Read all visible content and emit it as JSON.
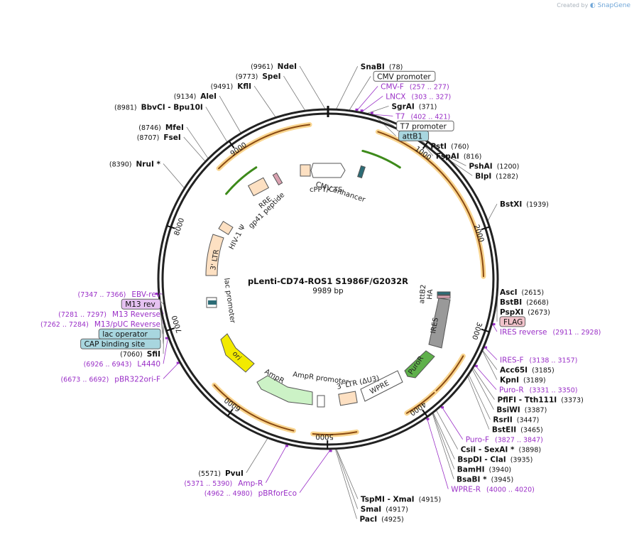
{
  "credit": {
    "created_by": "Created by",
    "brand": "SnapGene"
  },
  "plasmid": {
    "name": "pLenti-CD74-ROS1 S1986F/G2032R",
    "length": 9989,
    "length_label": "9989 bp"
  },
  "ticks": [
    {
      "bp": 1000,
      "label": "1000"
    },
    {
      "bp": 2000,
      "label": "2000"
    },
    {
      "bp": 3000,
      "label": "3000"
    },
    {
      "bp": 4000,
      "label": "4000"
    },
    {
      "bp": 5000,
      "label": "5000"
    },
    {
      "bp": 6000,
      "label": "6000"
    },
    {
      "bp": 7000,
      "label": "7000"
    },
    {
      "bp": 8000,
      "label": "8000"
    },
    {
      "bp": 9000,
      "label": "9000"
    }
  ],
  "enzymes": [
    {
      "name": "NdeI",
      "pos": "(9961)",
      "bp": 9961,
      "side": "L"
    },
    {
      "name": "SnaBI",
      "pos": "(78)",
      "bp": 78,
      "side": "R"
    },
    {
      "name": "SpeI",
      "pos": "(9773)",
      "bp": 9773,
      "side": "L"
    },
    {
      "name": "KflI",
      "pos": "(9491)",
      "bp": 9491,
      "side": "L"
    },
    {
      "name": "SgrAI",
      "pos": "(371)",
      "bp": 371,
      "side": "R"
    },
    {
      "name": "AleI",
      "pos": "(9134)",
      "bp": 9134,
      "side": "L"
    },
    {
      "name": "BbvCI  - Bpu10I",
      "pos": "(8981)",
      "bp": 8981,
      "side": "L"
    },
    {
      "name": "MfeI",
      "pos": "(8746)",
      "bp": 8746,
      "side": "L"
    },
    {
      "name": "FseI",
      "pos": "(8707)",
      "bp": 8707,
      "side": "L"
    },
    {
      "name": "PstI",
      "pos": "(760)",
      "bp": 760,
      "side": "R"
    },
    {
      "name": "FspAI",
      "pos": "(816)",
      "bp": 816,
      "side": "R"
    },
    {
      "name": "PshAI",
      "pos": "(1200)",
      "bp": 1200,
      "side": "R"
    },
    {
      "name": "BlpI",
      "pos": "(1282)",
      "bp": 1282,
      "side": "R"
    },
    {
      "name": "NruI *",
      "pos": "(8390)",
      "bp": 8390,
      "side": "L"
    },
    {
      "name": "BstXI",
      "pos": "(1939)",
      "bp": 1939,
      "side": "R"
    },
    {
      "name": "AscI",
      "pos": "(2615)",
      "bp": 2615,
      "side": "R"
    },
    {
      "name": "BstBI",
      "pos": "(2668)",
      "bp": 2668,
      "side": "R"
    },
    {
      "name": "PspXI",
      "pos": "(2673)",
      "bp": 2673,
      "side": "R"
    },
    {
      "name": "Acc65I",
      "pos": "(3185)",
      "bp": 3185,
      "side": "R"
    },
    {
      "name": "KpnI",
      "pos": "(3189)",
      "bp": 3189,
      "side": "R"
    },
    {
      "name": "SfiI",
      "pos": "(7060)",
      "bp": 7060,
      "side": "L"
    },
    {
      "name": "PflFI  - Tth111I",
      "pos": "(3373)",
      "bp": 3373,
      "side": "R"
    },
    {
      "name": "BsiWI",
      "pos": "(3387)",
      "bp": 3387,
      "side": "R"
    },
    {
      "name": "RsrII",
      "pos": "(3447)",
      "bp": 3447,
      "side": "R"
    },
    {
      "name": "BstEII",
      "pos": "(3465)",
      "bp": 3465,
      "side": "R"
    },
    {
      "name": "CsiI  - SexAI *",
      "pos": "(3898)",
      "bp": 3898,
      "side": "R"
    },
    {
      "name": "BspDI  - ClaI",
      "pos": "(3935)",
      "bp": 3935,
      "side": "R"
    },
    {
      "name": "BamHI",
      "pos": "(3940)",
      "bp": 3940,
      "side": "R"
    },
    {
      "name": "BsaBI *",
      "pos": "(3945)",
      "bp": 3945,
      "side": "R"
    },
    {
      "name": "PvuI",
      "pos": "(5571)",
      "bp": 5571,
      "side": "L"
    },
    {
      "name": "TspMI  - XmaI",
      "pos": "(4915)",
      "bp": 4915,
      "side": "R"
    },
    {
      "name": "SmaI",
      "pos": "(4917)",
      "bp": 4917,
      "side": "R"
    },
    {
      "name": "PacI",
      "pos": "(4925)",
      "bp": 4925,
      "side": "R"
    }
  ],
  "primers": [
    {
      "name": "CMV-F",
      "pos": "(257 .. 277)",
      "bp": 267,
      "side": "R"
    },
    {
      "name": "LNCX",
      "pos": "(303 .. 327)",
      "bp": 315,
      "side": "R"
    },
    {
      "name": "T7",
      "pos": "(402 .. 421)",
      "bp": 411,
      "side": "R"
    },
    {
      "name": "IRES reverse",
      "pos": "(2911 .. 2928)",
      "bp": 2920,
      "side": "R"
    },
    {
      "name": "IRES-F",
      "pos": "(3138 .. 3157)",
      "bp": 3147,
      "side": "R"
    },
    {
      "name": "Puro-R",
      "pos": "(3331 .. 3350)",
      "bp": 3340,
      "side": "R"
    },
    {
      "name": "Puro-F",
      "pos": "(3827 .. 3847)",
      "bp": 3837,
      "side": "R"
    },
    {
      "name": "WPRE-R",
      "pos": "(4000 .. 4020)",
      "bp": 4010,
      "side": "R"
    },
    {
      "name": "pBRforEco",
      "pos": "(4962 .. 4980)",
      "bp": 4971,
      "side": "L"
    },
    {
      "name": "Amp-R",
      "pos": "(5371 .. 5390)",
      "bp": 5380,
      "side": "L"
    },
    {
      "name": "pBR322ori-F",
      "pos": "(6673 .. 6692)",
      "bp": 6682,
      "side": "L"
    },
    {
      "name": "L4440",
      "pos": "(6926 .. 6943)",
      "bp": 6934,
      "side": "L"
    },
    {
      "name": "M13/pUC Reverse",
      "pos": "(7262 .. 7284)",
      "bp": 7273,
      "side": "L"
    },
    {
      "name": "M13 Reverse",
      "pos": "(7281 .. 7297)",
      "bp": 7289,
      "side": "L"
    },
    {
      "name": "EBV-rev",
      "pos": "(7347 .. 7366)",
      "bp": 7356,
      "side": "L"
    }
  ],
  "boxed_labels": [
    {
      "name": "CMV promoter",
      "bp": 200,
      "side": "R",
      "style": "white"
    },
    {
      "name": "T7 promoter",
      "bp": 420,
      "side": "R",
      "style": "white"
    },
    {
      "name": "attB1",
      "bp": 440,
      "side": "R",
      "style": "teal"
    },
    {
      "name": "FLAG",
      "bp": 2700,
      "side": "R",
      "style": "pink"
    },
    {
      "name": "M13 rev",
      "bp": 7300,
      "side": "L",
      "style": "purple"
    },
    {
      "name": "lac operator",
      "bp": 7250,
      "side": "L",
      "style": "teal"
    },
    {
      "name": "CAP binding site",
      "bp": 7200,
      "side": "L",
      "style": "teal"
    }
  ],
  "features": [
    {
      "name": "CMV enhancer",
      "kind": "white-arrow"
    },
    {
      "name": "cPPT/CTS",
      "kind": "tan"
    },
    {
      "name": "RRE",
      "kind": "tan"
    },
    {
      "name": "gp41 peptide",
      "kind": "pink"
    },
    {
      "name": "HIV-1 Ψ",
      "kind": "tan"
    },
    {
      "name": "3' LTR",
      "kind": "tan"
    },
    {
      "name": "lac promoter",
      "kind": "white"
    },
    {
      "name": "ori",
      "kind": "yellow"
    },
    {
      "name": "AmpR",
      "kind": "lightgreen"
    },
    {
      "name": "AmpR promoter",
      "kind": "white"
    },
    {
      "name": "3' LTR (ΔU3)",
      "kind": "tan"
    },
    {
      "name": "WPRE",
      "kind": "white"
    },
    {
      "name": "PuroR",
      "kind": "green"
    },
    {
      "name": "IRES",
      "kind": "gray"
    },
    {
      "name": "HA",
      "kind": "pink"
    },
    {
      "name": "attB2",
      "kind": "teal"
    }
  ],
  "colors": {
    "primer": "#9a2fc7",
    "orf_fill": "#f7d9a8",
    "orf_edge": "#a0522d",
    "green_arrow": "#3d8a1a",
    "ori": "#f2ea00",
    "ampr": "#ccf2c6",
    "teal": "#a8d6df",
    "pink": "#f2c3cb",
    "purple": "#e6c2f2"
  }
}
